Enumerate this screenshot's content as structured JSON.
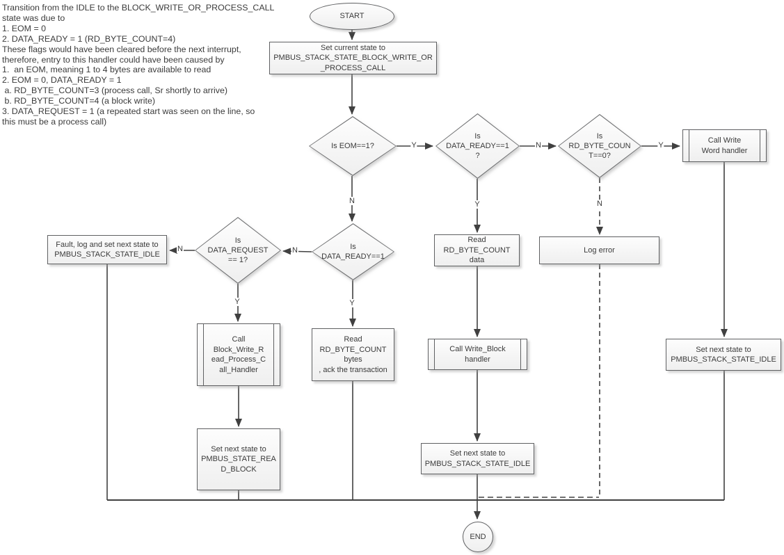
{
  "annotation": "Transition from the IDLE to the BLOCK_WRITE_OR_PROCESS_CALL\nstate was due to\n1. EOM = 0\n2. DATA_READY = 1 (RD_BYTE_COUNT=4)\nThese flags would have been cleared before the next interrupt,\ntherefore, entry to this handler could have been caused by\n1.  an EOM, meaning 1 to 4 bytes are available to read\n2. EOM = 0, DATA_READY = 1\n a. RD_BYTE_COUNT=3 (process call, Sr shortly to arrive)\n b. RD_BYTE_COUNT=4 (a block write)\n3. DATA_REQUEST = 1 (a repeated start was seen on the line, so\nthis must be a process call)",
  "nodes": {
    "start": {
      "type": "terminator",
      "label": "START"
    },
    "set_current_state": {
      "type": "process",
      "label": "Set current state to\nPMBUS_STACK_STATE_BLOCK_WRITE_OR\n_PROCESS_CALL"
    },
    "is_eom": {
      "type": "decision",
      "label": "Is EOM==1?"
    },
    "is_data_ready_1": {
      "type": "decision",
      "label": "Is\nDATA_READY==1\n?"
    },
    "is_rd_byte_count_0": {
      "type": "decision",
      "label": "Is\nRD_BYTE_COUN\nT==0?"
    },
    "call_write_word": {
      "type": "subroutine",
      "label": "Call Write\nWord handler"
    },
    "is_data_ready_2": {
      "type": "decision",
      "label": "Is\nDATA_READY==1"
    },
    "is_data_request": {
      "type": "decision",
      "label": "Is\nDATA_REQUEST\n== 1?"
    },
    "fault_log_idle": {
      "type": "process",
      "label": "Fault, log and set next state to\nPMBUS_STACK_STATE_IDLE"
    },
    "read_count_data": {
      "type": "process",
      "label": "Read\nRD_BYTE_COUNT\ndata"
    },
    "log_error": {
      "type": "process",
      "label": "Log error"
    },
    "call_block_write_handler": {
      "type": "subroutine",
      "label": "Call\nBlock_Write_R\nead_Process_C\nall_Handler"
    },
    "read_count_bytes": {
      "type": "process",
      "label": "Read\nRD_BYTE_COUNT\nbytes\n, ack the transaction"
    },
    "call_write_block_handler": {
      "type": "subroutine",
      "label": "Call Write_Block\nhandler"
    },
    "set_next_idle_right": {
      "type": "process",
      "label": "Set next state to\nPMBUS_STACK_STATE_IDLE"
    },
    "set_next_read_block": {
      "type": "process",
      "label": "Set next state to\nPMBUS_STATE_REA\nD_BLOCK"
    },
    "set_next_idle_mid": {
      "type": "process",
      "label": "Set next state to\nPMBUS_STACK_STATE_IDLE"
    },
    "end": {
      "type": "terminator",
      "label": "END"
    }
  },
  "edge_labels": {
    "eom_yes": "Y",
    "eom_no": "N",
    "data_ready1_no": "N",
    "data_ready1_yes": "Y",
    "rd_byte_count_yes": "Y",
    "rd_byte_count_no": "N",
    "data_ready2_no": "N",
    "data_ready2_yes": "Y",
    "data_request_no": "N",
    "data_request_yes": "Y"
  },
  "colors": {
    "connector": "#404040",
    "shape_border": "#5f6062",
    "shape_fill_top": "#fdfdfd",
    "shape_fill_bottom": "#efefef",
    "text": "#3a3a3a",
    "background": "#ffffff"
  }
}
